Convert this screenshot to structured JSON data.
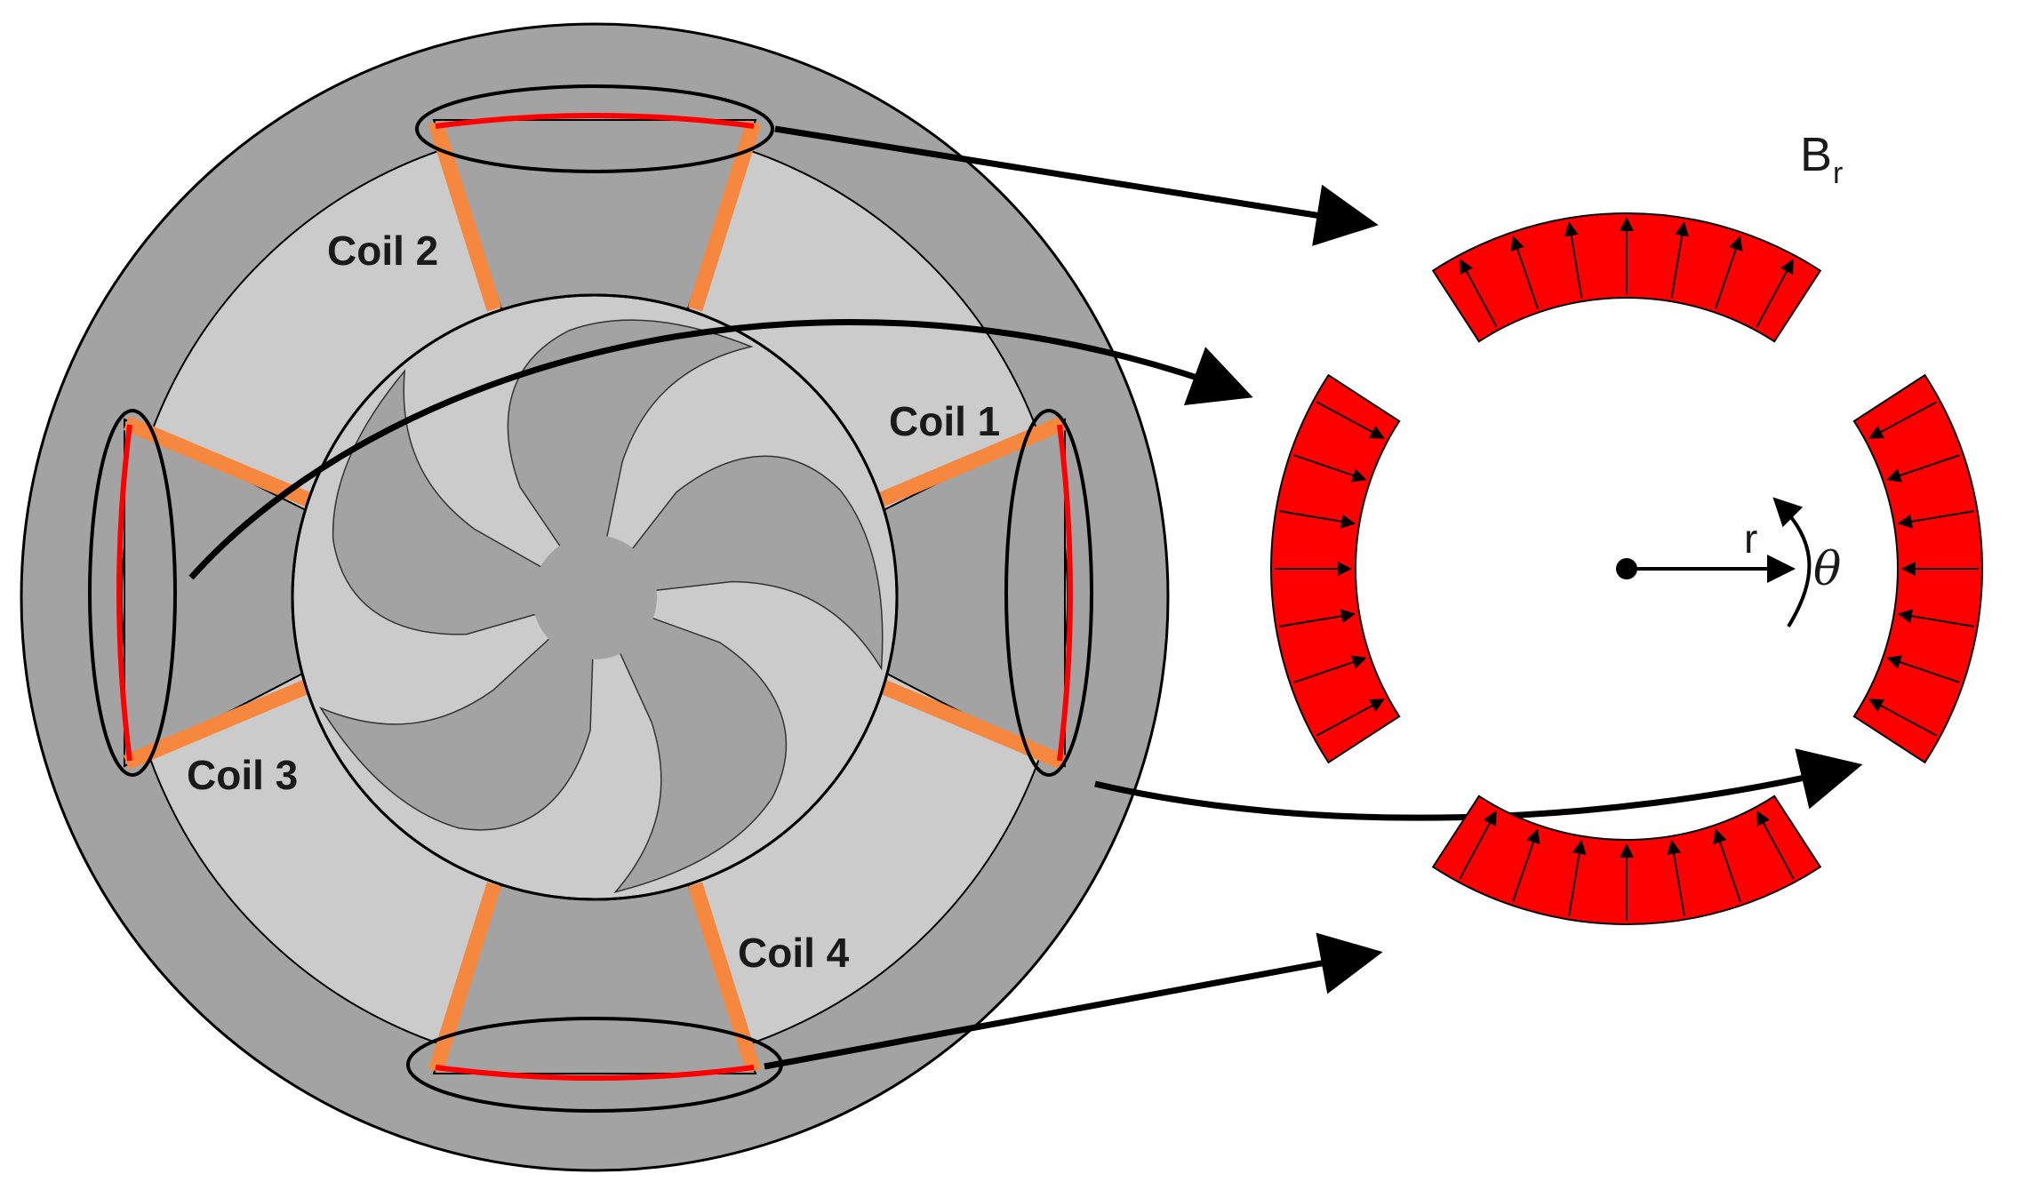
{
  "labels": {
    "coil1": "Coil 1",
    "coil2": "Coil 2",
    "coil3": "Coil 3",
    "coil4": "Coil 4",
    "radial": "r",
    "angular": "θ",
    "field_main": "B",
    "field_sub": "r"
  },
  "colors": {
    "outer_ring": "#a3a3a3",
    "stator": "#cbcbcb",
    "rotor": "#cbcbcb",
    "pole": "#a3a3a3",
    "coil_side": "#f5873f",
    "magnet": "#ff0000",
    "outline": "#000000"
  }
}
